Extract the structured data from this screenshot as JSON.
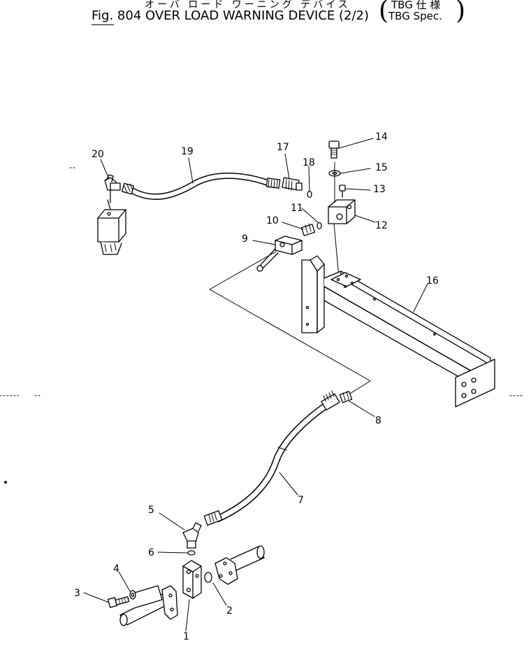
{
  "title": {
    "japanese": "オーバ ロード ワーニング デバイス",
    "figure": "Fig. 804",
    "name": "OVER LOAD WARNING DEVICE (2/2)",
    "spec_jp": "TBG 仕 様",
    "spec_en": "TBG Spec."
  },
  "callouts": [
    "1",
    "2",
    "3",
    "4",
    "5",
    "6",
    "7",
    "8",
    "9",
    "10",
    "11",
    "12",
    "13",
    "14",
    "15",
    "16",
    "17",
    "18",
    "19",
    "20"
  ]
}
